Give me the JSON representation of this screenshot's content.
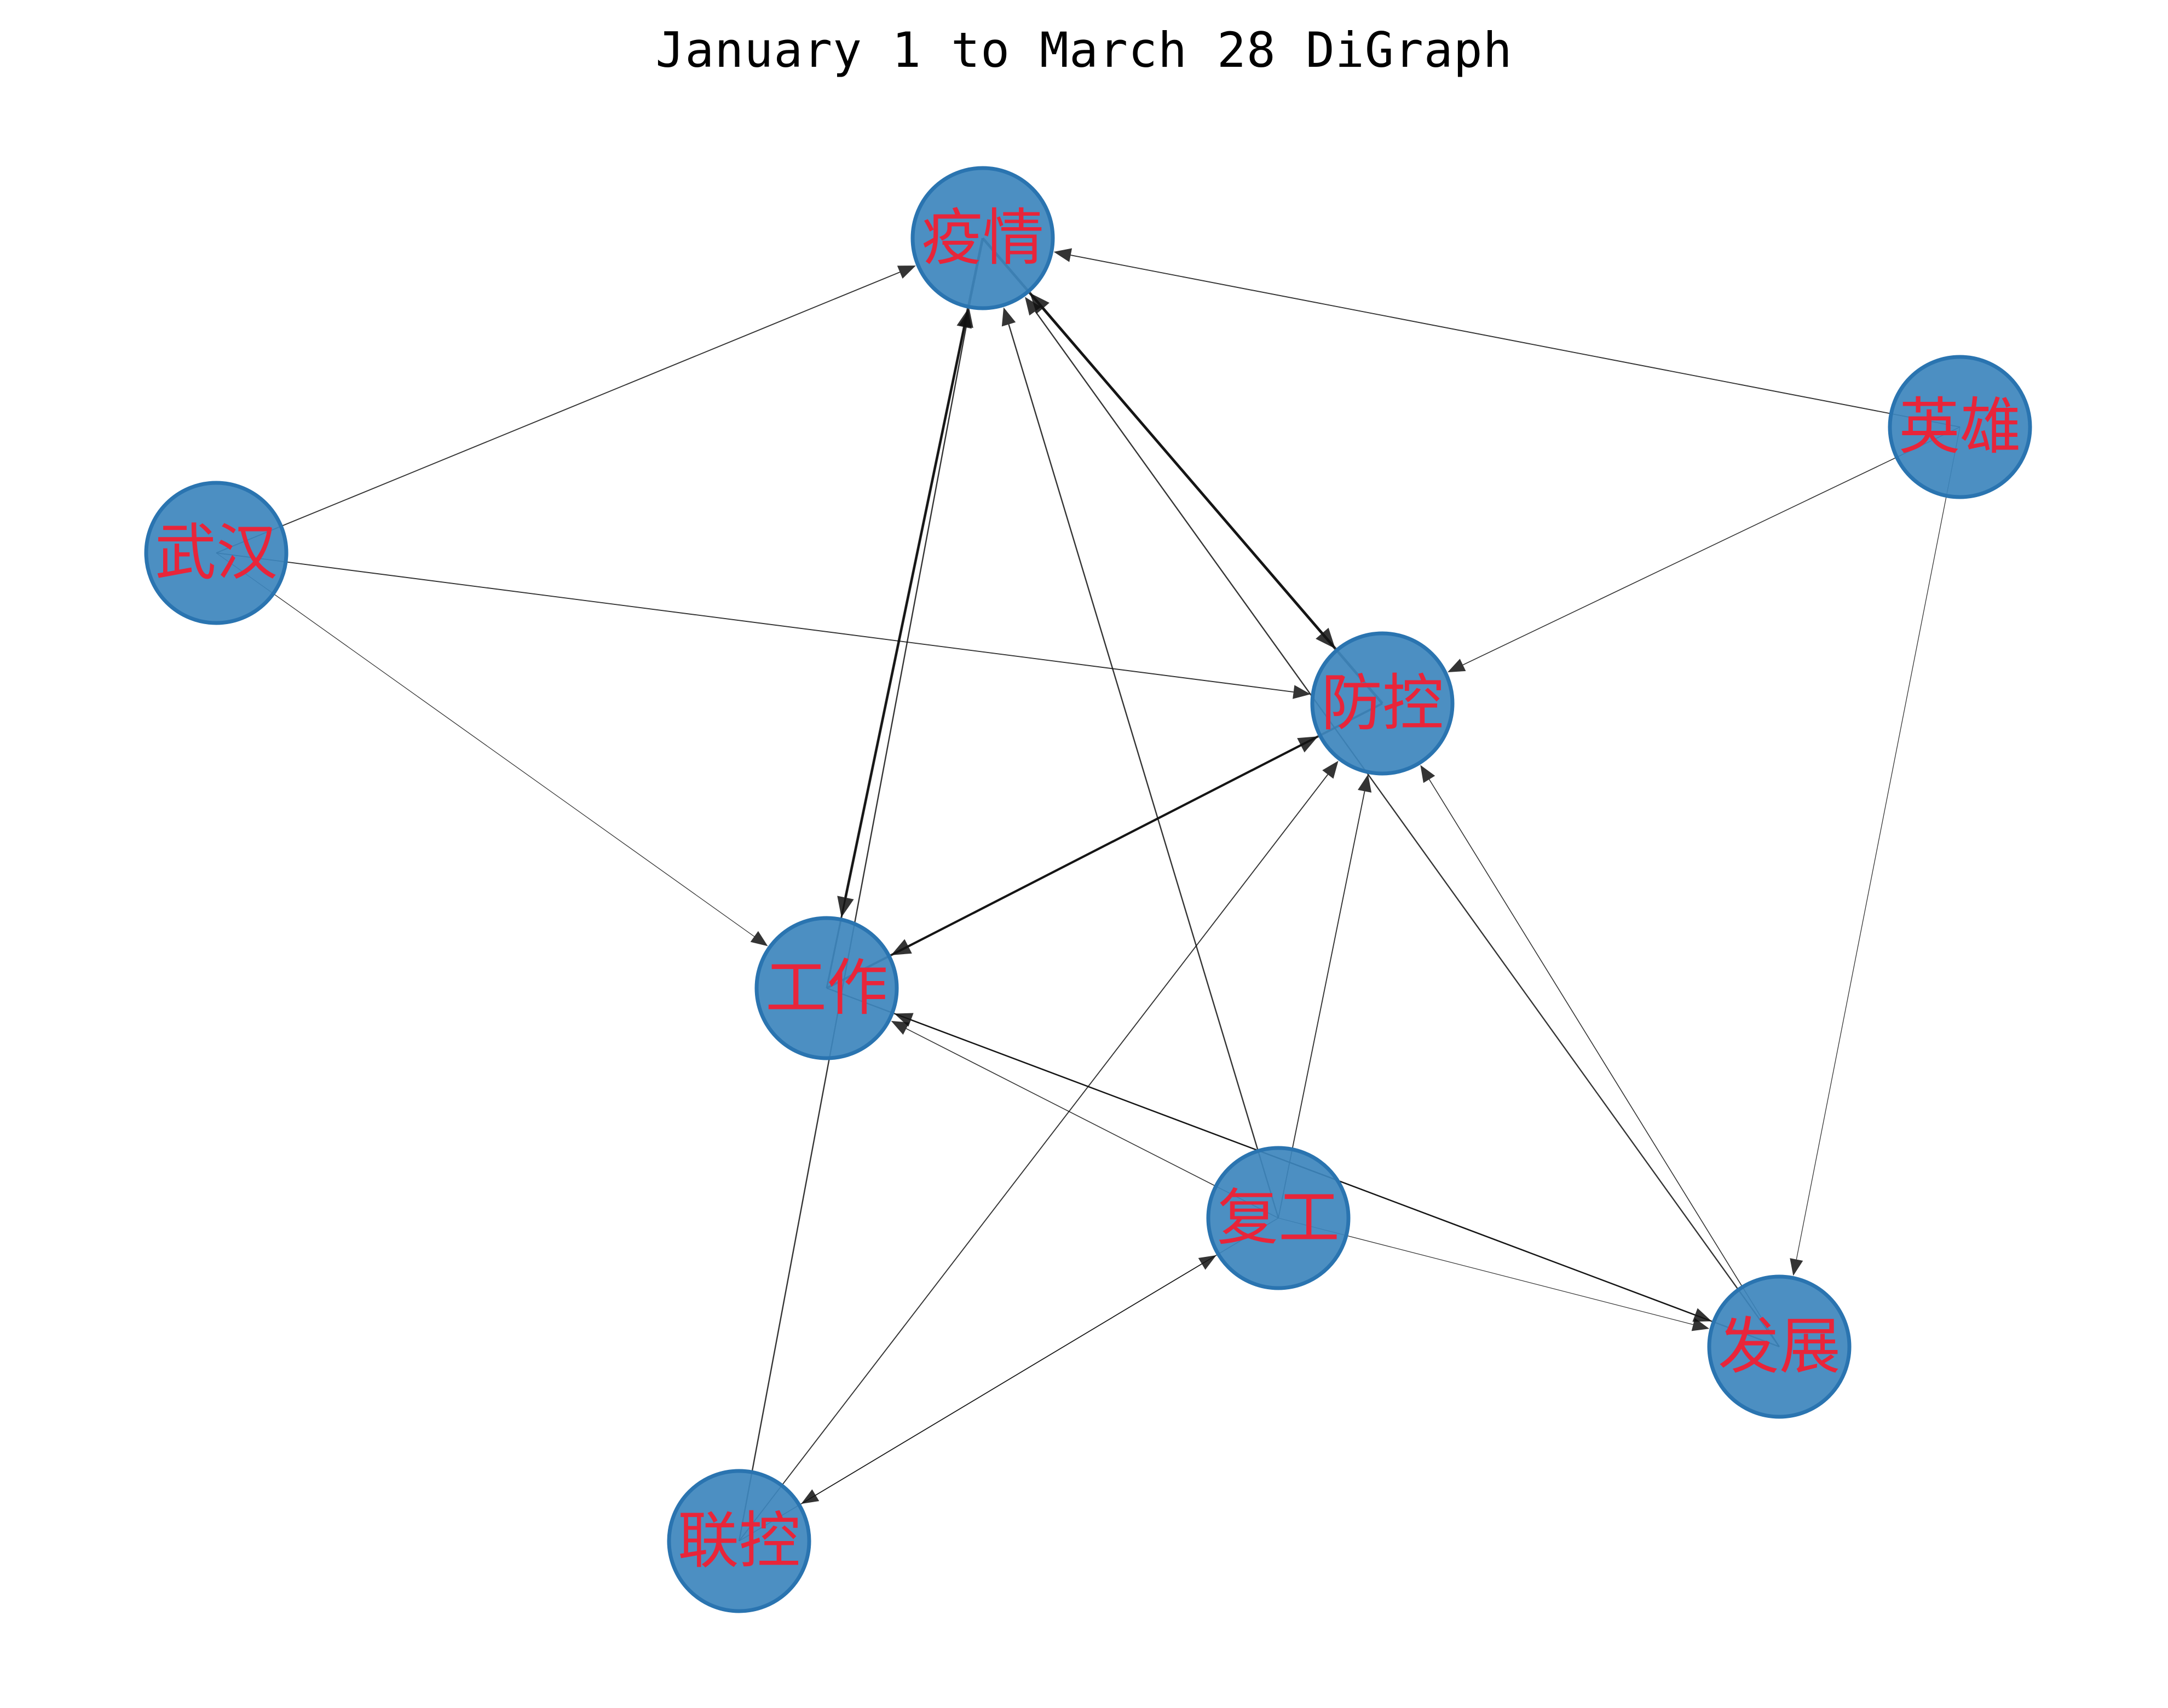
{
  "title": "January 1 to March 28  DiGraph",
  "colors": {
    "node_fill": "#3d86bd",
    "node_stroke": "#2a74b0",
    "label": "#e8253a",
    "edge": "#111111"
  },
  "nodes": [
    {
      "id": "yiqing",
      "label": "疫情"
    },
    {
      "id": "yingxiong",
      "label": "英雄"
    },
    {
      "id": "wuhan",
      "label": "武汉"
    },
    {
      "id": "fangkong",
      "label": "防控"
    },
    {
      "id": "gongzuo",
      "label": "工作"
    },
    {
      "id": "fugong",
      "label": "复工"
    },
    {
      "id": "fazhan",
      "label": "发展"
    },
    {
      "id": "liankong",
      "label": "联控"
    }
  ],
  "edges": [
    {
      "source": "wuhan",
      "target": "yiqing",
      "weight": 1.2
    },
    {
      "source": "wuhan",
      "target": "fangkong",
      "weight": 1.2
    },
    {
      "source": "wuhan",
      "target": "gongzuo",
      "weight": 0.8
    },
    {
      "source": "yingxiong",
      "target": "yiqing",
      "weight": 1.2
    },
    {
      "source": "yingxiong",
      "target": "fangkong",
      "weight": 1.0
    },
    {
      "source": "yingxiong",
      "target": "fazhan",
      "weight": 0.8
    },
    {
      "source": "yiqing",
      "target": "fangkong",
      "weight": 3.0
    },
    {
      "source": "fangkong",
      "target": "yiqing",
      "weight": 3.0
    },
    {
      "source": "yiqing",
      "target": "gongzuo",
      "weight": 3.0
    },
    {
      "source": "gongzuo",
      "target": "yiqing",
      "weight": 2.0
    },
    {
      "source": "fangkong",
      "target": "gongzuo",
      "weight": 2.5
    },
    {
      "source": "gongzuo",
      "target": "fangkong",
      "weight": 2.5
    },
    {
      "source": "fugong",
      "target": "yiqing",
      "weight": 1.5
    },
    {
      "source": "fugong",
      "target": "fangkong",
      "weight": 1.2
    },
    {
      "source": "fugong",
      "target": "gongzuo",
      "weight": 1.0
    },
    {
      "source": "fugong",
      "target": "fazhan",
      "weight": 0.8
    },
    {
      "source": "fugong",
      "target": "liankong",
      "weight": 1.0
    },
    {
      "source": "liankong",
      "target": "fugong",
      "weight": 1.0
    },
    {
      "source": "fazhan",
      "target": "yiqing",
      "weight": 1.5
    },
    {
      "source": "fazhan",
      "target": "fangkong",
      "weight": 1.0
    },
    {
      "source": "fazhan",
      "target": "gongzuo",
      "weight": 1.5
    },
    {
      "source": "gongzuo",
      "target": "fazhan",
      "weight": 1.5
    },
    {
      "source": "liankong",
      "target": "yiqing",
      "weight": 1.5
    },
    {
      "source": "liankong",
      "target": "fangkong",
      "weight": 1.2
    }
  ]
}
